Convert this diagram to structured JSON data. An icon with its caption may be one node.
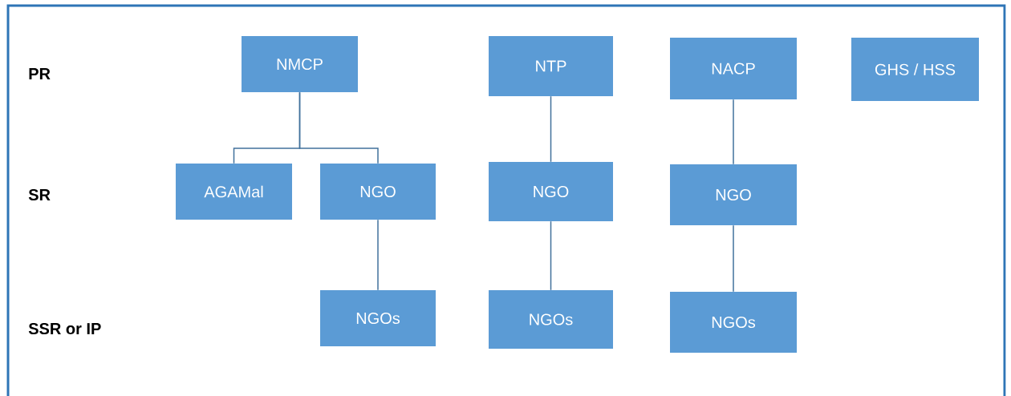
{
  "diagram": {
    "nodes": [
      {
        "text": [
          "NMCP"
        ]
      },
      {
        "text": [
          "NTP"
        ]
      },
      {
        "text": [
          "NACP"
        ]
      },
      {
        "text": [
          "GHS / HSS"
        ]
      },
      {
        "text": [
          "AGAMal"
        ]
      },
      {
        "text": [
          "NGO"
        ]
      },
      {
        "text": [
          "NGO"
        ]
      },
      {
        "text": [
          "NGO"
        ]
      },
      {
        "text": [
          "NGOs"
        ]
      },
      {
        "text": [
          "NGOs"
        ]
      },
      {
        "text": [
          "NGOs"
        ]
      }
    ],
    "edges": [
      {
        "from": 0,
        "to": 4,
        "arrow": "none"
      },
      {
        "from": 0,
        "to": 5,
        "arrow": "none"
      },
      {
        "from": 5,
        "to": 8,
        "arrow": "none"
      },
      {
        "from": 1,
        "to": 6,
        "arrow": "none"
      },
      {
        "from": 6,
        "to": 9,
        "arrow": "none"
      },
      {
        "from": 2,
        "to": 7,
        "arrow": "none"
      },
      {
        "from": 7,
        "to": 10,
        "arrow": "none"
      }
    ],
    "labels": [
      "PR",
      "SR",
      "SSR or IP"
    ]
  }
}
